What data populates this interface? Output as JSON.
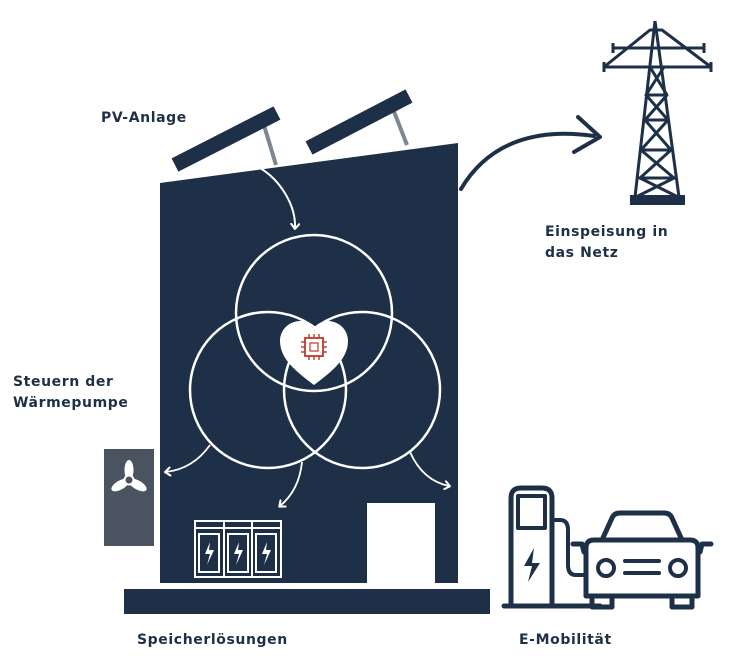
{
  "labels": {
    "pv": "PV-Anlage",
    "grid": [
      "Einspeisung in",
      "das Netz"
    ],
    "heatpump": [
      "Steuern der",
      "Wärmepumpe"
    ],
    "storage": "Speicherlösungen",
    "emobility": "E-Mobilität"
  },
  "colors": {
    "navy": "#1e3048",
    "heatpump_gray": "#4a5461",
    "chip_red": "#c0392b",
    "white": "#ffffff"
  },
  "icons": [
    "solar-panel-icon",
    "electricity-pylon-icon",
    "heart-chip-icon",
    "fan-icon",
    "battery-storage-icon",
    "charging-station-icon",
    "car-icon"
  ]
}
